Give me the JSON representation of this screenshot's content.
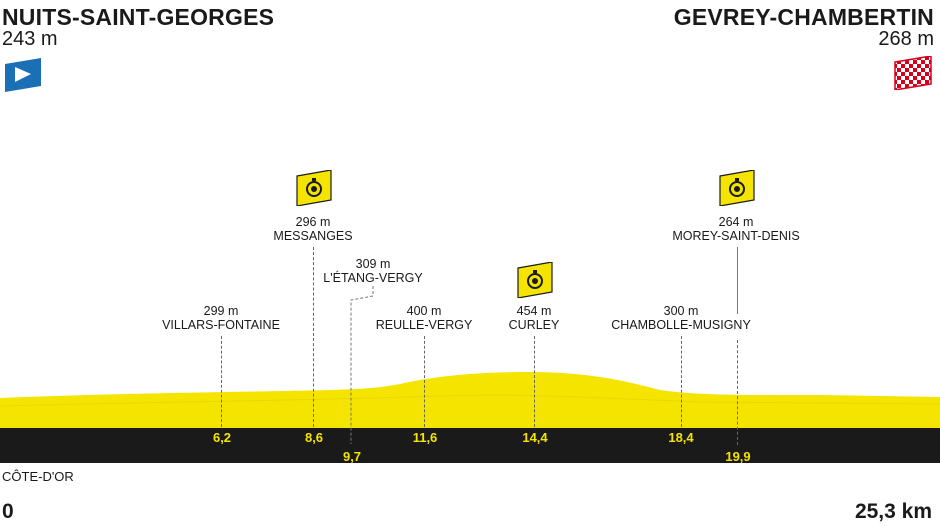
{
  "start": {
    "town": "NUITS-SAINT-GEORGES",
    "elevation": "243 m",
    "km": "0",
    "icon": "start-flag-icon"
  },
  "finish": {
    "town": "GEVREY-CHAMBERTIN",
    "elevation": "268 m",
    "km": "25,3 km",
    "icon": "finish-checkered-flag-icon"
  },
  "region": "CÔTE-D'OR",
  "colors": {
    "profile": "#f4e400",
    "band": "#1a1a1a",
    "start_flag": "#1b6fb5",
    "finish_flag": "#d6001c"
  },
  "waypoints": [
    {
      "elevation": "299 m",
      "name": "VILLARS-FONTAINE",
      "km": "6,2",
      "timed": false
    },
    {
      "elevation": "296 m",
      "name": "MESSANGES",
      "km": "8,6",
      "timed": true
    },
    {
      "elevation": "309 m",
      "name": "L'ÉTANG-VERGY",
      "km": "9,7",
      "timed": false
    },
    {
      "elevation": "400 m",
      "name": "REULLE-VERGY",
      "km": "11,6",
      "timed": false
    },
    {
      "elevation": "454 m",
      "name": "CURLEY",
      "km": "14,4",
      "timed": true
    },
    {
      "elevation": "300 m",
      "name": "CHAMBOLLE-MUSIGNY",
      "km": "18,4",
      "timed": false
    },
    {
      "elevation": "264 m",
      "name": "MOREY-SAINT-DENIS",
      "km": "19,9",
      "timed": true
    }
  ]
}
